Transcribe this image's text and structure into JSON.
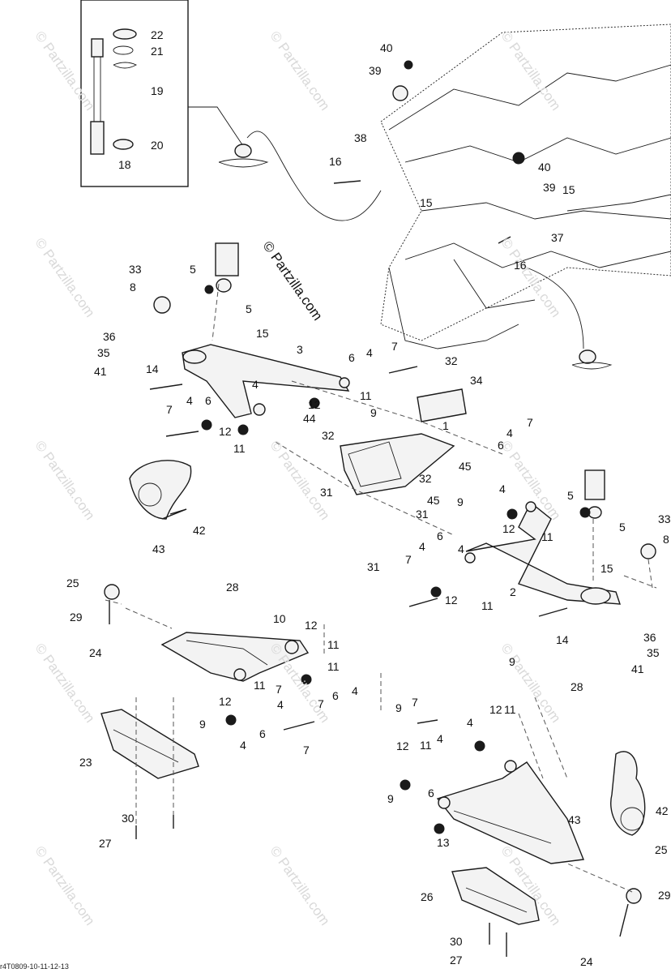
{
  "watermark_text": "© Partzilla.com",
  "brand_text": "© Partzilla.com",
  "diagram_ref": "r4T0809-10-11-12-13",
  "callouts": [
    "22",
    "21",
    "19",
    "20",
    "18",
    "40",
    "39",
    "38",
    "16",
    "15",
    "40",
    "39",
    "15",
    "37",
    "16",
    "33",
    "8",
    "5",
    "5",
    "36",
    "15",
    "3",
    "6",
    "4",
    "7",
    "32",
    "35",
    "41",
    "14",
    "4",
    "12",
    "11",
    "34",
    "7",
    "4",
    "6",
    "9",
    "44",
    "12",
    "11",
    "32",
    "1",
    "7",
    "6",
    "4",
    "45",
    "32",
    "31",
    "45",
    "9",
    "31",
    "43",
    "42",
    "4",
    "5",
    "12",
    "11",
    "6",
    "4",
    "33",
    "8",
    "31",
    "7",
    "4",
    "12",
    "11",
    "5",
    "15",
    "2",
    "28",
    "25",
    "10",
    "29",
    "12",
    "24",
    "11",
    "4",
    "7",
    "6",
    "9",
    "11",
    "14",
    "36",
    "35",
    "41",
    "9",
    "12",
    "11",
    "7",
    "9",
    "4",
    "6",
    "4",
    "7",
    "28",
    "23",
    "12",
    "11",
    "4",
    "7",
    "4",
    "12",
    "11",
    "9",
    "6",
    "30",
    "43",
    "27",
    "13",
    "42",
    "25",
    "26",
    "29",
    "30",
    "27",
    "24"
  ]
}
